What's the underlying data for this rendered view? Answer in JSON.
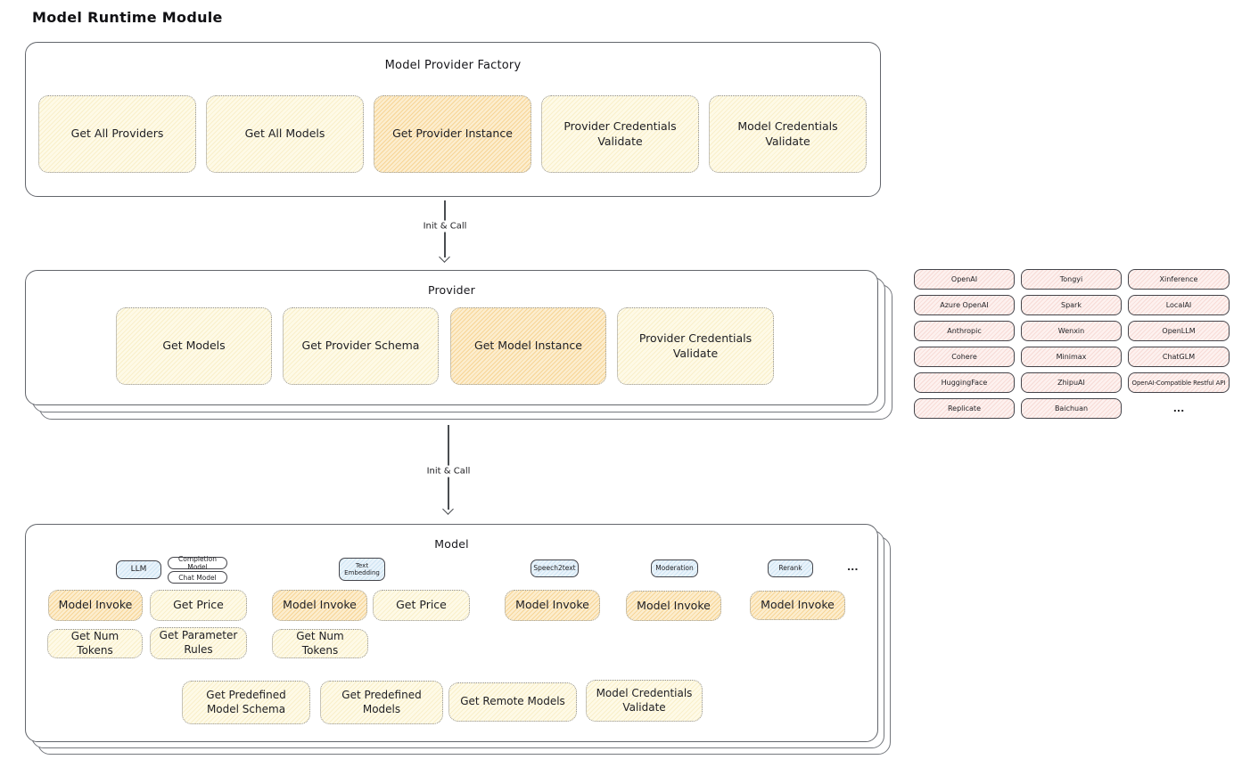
{
  "title": "Model Runtime Module",
  "arrows": {
    "top_label": "Init & Call",
    "bottom_label": "Init & Call"
  },
  "factory": {
    "title": "Model Provider Factory",
    "buttons": [
      {
        "label": "Get All Providers",
        "highlight": false
      },
      {
        "label": "Get All Models",
        "highlight": false
      },
      {
        "label": "Get Provider Instance",
        "highlight": true
      },
      {
        "label": "Provider Credentials Validate",
        "highlight": false
      },
      {
        "label": "Model Credentials Validate",
        "highlight": false
      }
    ]
  },
  "provider": {
    "title": "Provider",
    "buttons": [
      {
        "label": "Get Models",
        "highlight": false
      },
      {
        "label": "Get Provider Schema",
        "highlight": false
      },
      {
        "label": "Get Model Instance",
        "highlight": true
      },
      {
        "label": "Provider Credentials Validate",
        "highlight": false
      }
    ]
  },
  "vendors": {
    "items": [
      "OpenAI",
      "Tongyi",
      "Xinference",
      "Azure OpenAI",
      "Spark",
      "LocalAI",
      "Anthropic",
      "Wenxin",
      "OpenLLM",
      "Cohere",
      "Minimax",
      "ChatGLM",
      "HuggingFace",
      "ZhipuAI",
      "OpenAI-Compatible Restful API",
      "Replicate",
      "Baichuan"
    ],
    "more": "..."
  },
  "model": {
    "title": "Model",
    "tags": {
      "llm": "LLM",
      "completion": "Completion Model",
      "chat": "Chat Model",
      "text_embedding": "Text Embedding",
      "speech2text": "Speech2text",
      "moderation": "Moderation",
      "rerank": "Rerank",
      "more": "..."
    },
    "llm_buttons": [
      "Model Invoke",
      "Get Price",
      "Get Num Tokens",
      "Get Parameter Rules"
    ],
    "embedding_buttons": [
      "Model Invoke",
      "Get Price",
      "Get Num Tokens"
    ],
    "speech2text_button": "Model Invoke",
    "moderation_button": "Model Invoke",
    "rerank_button": "Model Invoke",
    "bottom_buttons": [
      "Get Predefined Model Schema",
      "Get Predefined Models",
      "Get Remote Models",
      "Model Credentials Validate"
    ]
  },
  "colors": {
    "button_yellow": "#fdf4d9",
    "button_highlight_orange": "#f7d596",
    "vendor_pink": "#fdeeec",
    "tag_blue": "#ddeefa",
    "outline_gray": "#63666c",
    "text_dark": "#1b1b20"
  }
}
